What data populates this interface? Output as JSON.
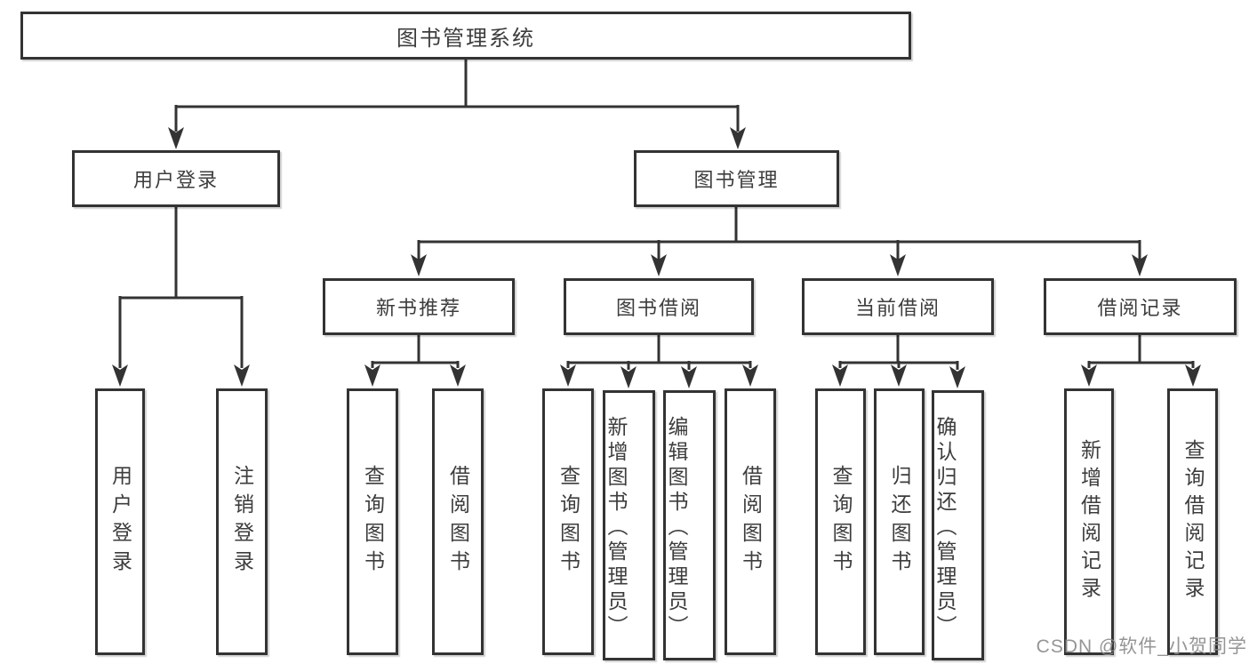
{
  "diagram_title": "图书管理系统",
  "nodes": {
    "root": "图书管理系统",
    "user_login": "用户登录",
    "book_mgmt": "图书管理",
    "new_book_rec": "新书推荐",
    "book_borrow": "图书借阅",
    "current_borrow": "当前借阅",
    "borrow_records": "借阅记录",
    "leaf_user_login": "用户登录",
    "leaf_logout": "注销登录",
    "leaf_query_books_1": "查询图书",
    "leaf_borrow_books_1": "借阅图书",
    "leaf_query_books_2": "查询图书",
    "leaf_add_books_admin": "新增图书（管理员）",
    "leaf_edit_books_admin": "编辑图书（管理员）",
    "leaf_borrow_books_2": "借阅图书",
    "leaf_query_books_3": "查询图书",
    "leaf_return_books": "归还图书",
    "leaf_confirm_return_admin": "确认归还（管理员）",
    "leaf_add_borrow_record": "新增借阅记录",
    "leaf_query_borrow_record": "查询借阅记录"
  },
  "watermark": "CSDN @软件_小贺同学",
  "colors": {
    "line": "#333333",
    "text": "#3d3d3d",
    "background": "#ffffff",
    "watermark": "#8c8c8c"
  }
}
